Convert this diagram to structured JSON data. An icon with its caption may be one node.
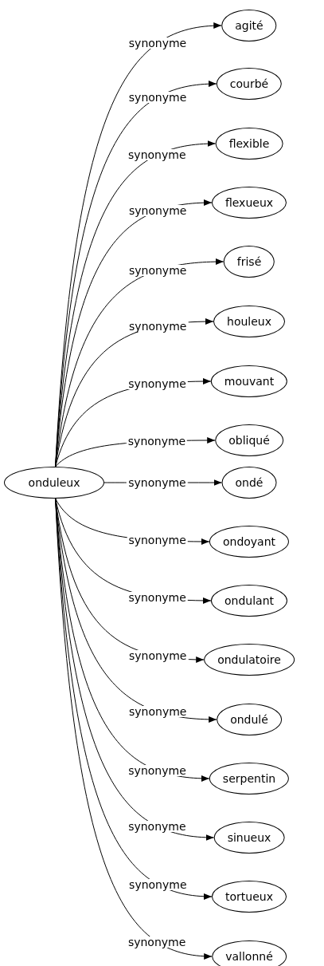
{
  "diagram": {
    "nodes": [
      {
        "text": [
          "onduleux"
        ]
      },
      {
        "text": [
          "agité"
        ]
      },
      {
        "text": [
          "courbé"
        ]
      },
      {
        "text": [
          "flexible"
        ]
      },
      {
        "text": [
          "flexueux"
        ]
      },
      {
        "text": [
          "frisé"
        ]
      },
      {
        "text": [
          "houleux"
        ]
      },
      {
        "text": [
          "mouvant"
        ]
      },
      {
        "text": [
          "obliqué"
        ]
      },
      {
        "text": [
          "ondé"
        ]
      },
      {
        "text": [
          "ondoyant"
        ]
      },
      {
        "text": [
          "ondulant"
        ]
      },
      {
        "text": [
          "ondulatoire"
        ]
      },
      {
        "text": [
          "ondulé"
        ]
      },
      {
        "text": [
          "serpentin"
        ]
      },
      {
        "text": [
          "sinueux"
        ]
      },
      {
        "text": [
          "tortueux"
        ]
      },
      {
        "text": [
          "vallonné"
        ]
      }
    ],
    "edges": [
      {
        "from": 0,
        "to": 1,
        "arrow": "to",
        "label": "synonyme"
      },
      {
        "from": 0,
        "to": 2,
        "arrow": "to",
        "label": "synonyme"
      },
      {
        "from": 0,
        "to": 3,
        "arrow": "to",
        "label": "synonyme"
      },
      {
        "from": 0,
        "to": 4,
        "arrow": "to",
        "label": "synonyme"
      },
      {
        "from": 0,
        "to": 5,
        "arrow": "to",
        "label": "synonyme"
      },
      {
        "from": 0,
        "to": 6,
        "arrow": "to",
        "label": "synonyme"
      },
      {
        "from": 0,
        "to": 7,
        "arrow": "to",
        "label": "synonyme"
      },
      {
        "from": 0,
        "to": 8,
        "arrow": "to",
        "label": "synonyme"
      },
      {
        "from": 0,
        "to": 9,
        "arrow": "to",
        "label": "synonyme"
      },
      {
        "from": 0,
        "to": 10,
        "arrow": "to",
        "label": "synonyme"
      },
      {
        "from": 0,
        "to": 11,
        "arrow": "to",
        "label": "synonyme"
      },
      {
        "from": 0,
        "to": 12,
        "arrow": "to",
        "label": "synonyme"
      },
      {
        "from": 0,
        "to": 13,
        "arrow": "to",
        "label": "synonyme"
      },
      {
        "from": 0,
        "to": 14,
        "arrow": "to",
        "label": "synonyme"
      },
      {
        "from": 0,
        "to": 15,
        "arrow": "to",
        "label": "synonyme"
      },
      {
        "from": 0,
        "to": 16,
        "arrow": "to",
        "label": "synonyme"
      },
      {
        "from": 0,
        "to": 17,
        "arrow": "to",
        "label": "synonyme"
      }
    ]
  }
}
